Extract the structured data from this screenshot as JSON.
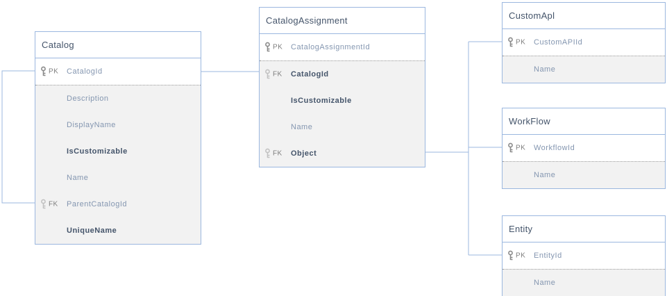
{
  "diagram": {
    "type": "entity-relationship",
    "connector_color": "#9bb7df",
    "border_color": "#9bb7df",
    "header_text_color": "#44546a",
    "field_text_color": "#8496b0",
    "attribute_section_bg": "#f2f2f2"
  },
  "tables": [
    {
      "title": "Catalog",
      "rows": [
        {
          "key": "PK",
          "name": "CatalogId"
        },
        {
          "name": "Description"
        },
        {
          "name": "DisplayName"
        },
        {
          "name": "IsCustomizable"
        },
        {
          "name": "Name"
        },
        {
          "key": "FK",
          "name": "ParentCatalogId"
        },
        {
          "name": "UniqueName"
        }
      ]
    },
    {
      "title": "CatalogAssignment",
      "rows": [
        {
          "key": "PK",
          "name": "CatalogAssignmentId"
        },
        {
          "key": "FK",
          "name": "CatalogId"
        },
        {
          "name": "IsCustomizable"
        },
        {
          "name": "Name"
        },
        {
          "key": "FK",
          "name": "Object"
        }
      ]
    },
    {
      "title": "CustomApl",
      "rows": [
        {
          "key": "PK",
          "name": "CustomAPIId"
        },
        {
          "name": "Name"
        }
      ]
    },
    {
      "title": "WorkFlow",
      "rows": [
        {
          "key": "PK",
          "name": "WorkflowId"
        },
        {
          "name": "Name"
        }
      ]
    },
    {
      "title": "Entity",
      "rows": [
        {
          "key": "PK",
          "name": "EntityId"
        },
        {
          "name": "Name"
        }
      ]
    }
  ]
}
